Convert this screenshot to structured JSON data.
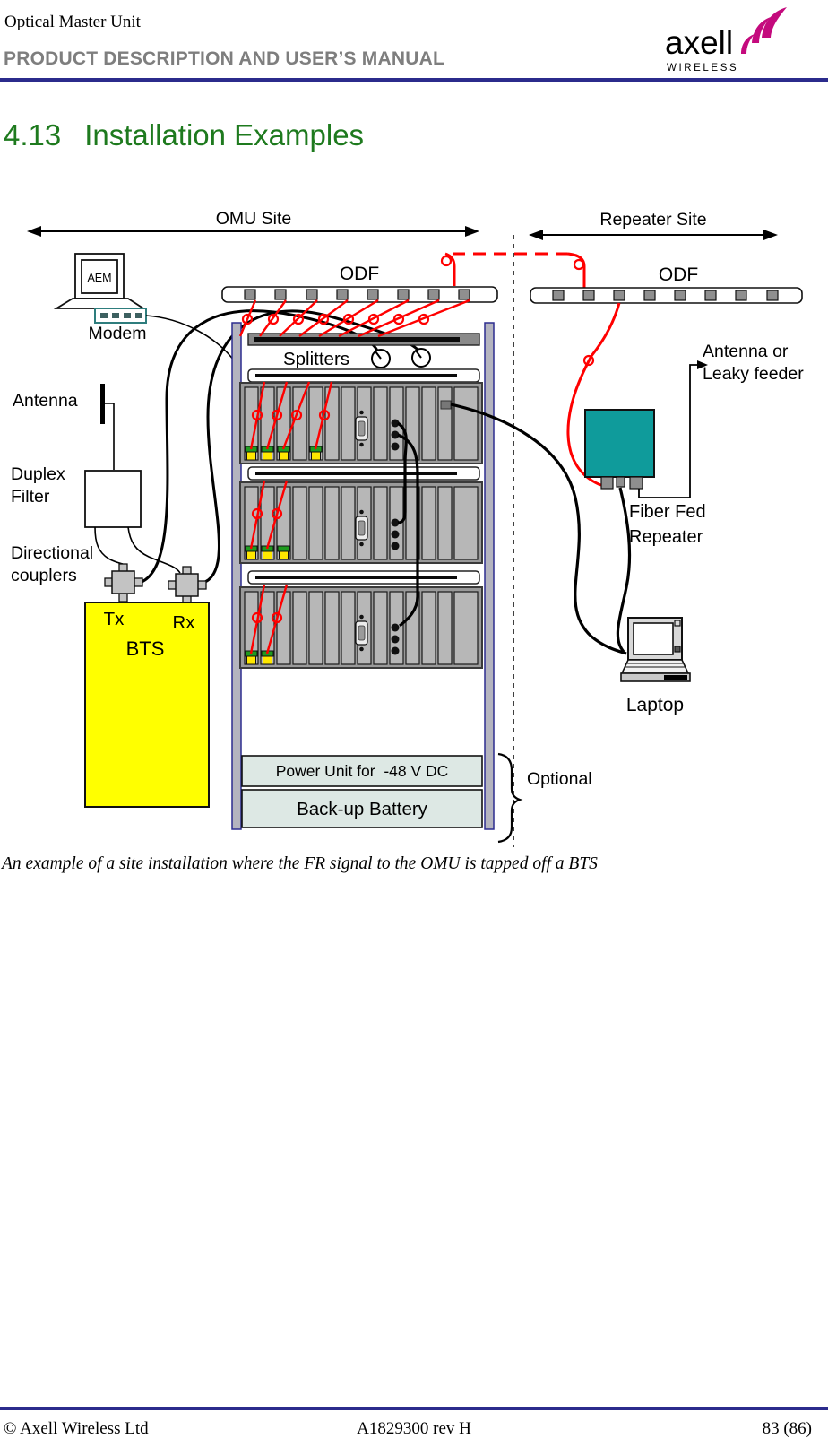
{
  "header": {
    "doc_title": "Optical Master Unit",
    "subtitle": "PRODUCT DESCRIPTION AND USER’S MANUAL",
    "logo": {
      "brand": "axell",
      "tagline": "WIRELESS"
    }
  },
  "heading": {
    "number": "4.13",
    "title": "Installation Examples"
  },
  "diagram": {
    "sites": {
      "omu": "OMU Site",
      "repeater": "Repeater Site"
    },
    "omu": {
      "aem": "AEM",
      "modem": "Modem",
      "odf": "ODF",
      "splitters": "Splitters",
      "antenna": "Antenna",
      "duplex_filter": [
        "Duplex",
        "Filter"
      ],
      "directional_couplers": [
        "Directional",
        "couplers"
      ],
      "tx": "Tx",
      "rx": "Rx",
      "bts": "BTS",
      "power_unit": "Power Unit for  -48 V DC",
      "backup_battery": "Back-up Battery",
      "optional": "Optional"
    },
    "repeater": {
      "odf": "ODF",
      "antenna_or_leaky": [
        "Antenna or",
        "Leaky feeder"
      ],
      "fiber_fed_repeater": [
        "Fiber Fed",
        "Repeater"
      ],
      "laptop": "Laptop"
    }
  },
  "caption": "An example of a site installation where the FR signal to the OMU is tapped off a BTS",
  "footer": {
    "copyright": "© Axell Wireless Ltd",
    "doc_ref": "A1829300 rev H",
    "page": "83 (86)"
  },
  "colors": {
    "heading_green": "#1e7a1e",
    "rule_indigo": "#2b2b8c",
    "subtitle_gray": "#7e7e7e",
    "bts_yellow": "#ffff00",
    "repeater_teal": "#0f9b9b",
    "fiber_red": "#ff0000",
    "panel_green_gray": "#dde8e4",
    "logo_magenta": "#c40a7d",
    "connector_green": "#1f9b1f",
    "connector_yellow": "#ffe800"
  }
}
